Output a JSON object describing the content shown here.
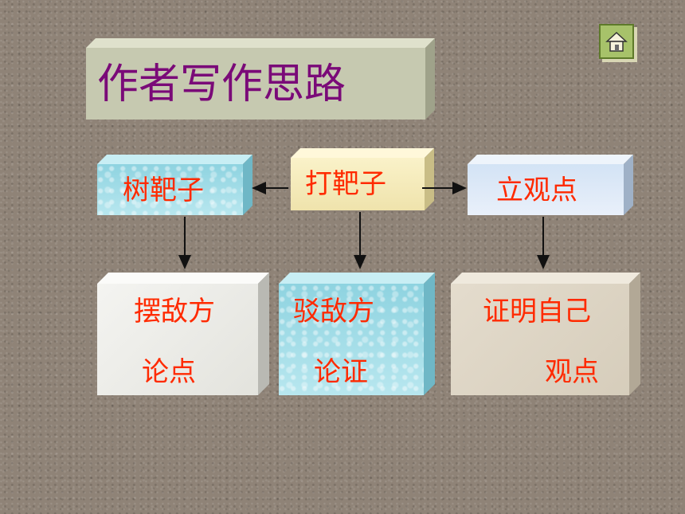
{
  "title": "作者写作思路",
  "nodes": {
    "shu_bazi": "树靶子",
    "da_bazi": "打靶子",
    "li_guandian": "立观点",
    "bai_difang_lundian": [
      "摆敌方",
      "论点"
    ],
    "bo_difang_lunzheng": [
      "驳敌方",
      "论证"
    ],
    "zhengming_ziji_guandian": [
      "证明自己",
      "观点"
    ]
  },
  "icons": {
    "home": "home-icon"
  },
  "colors": {
    "title_text": "#7a0a78",
    "node_text": "#ff2a00",
    "arrow": "#111111"
  }
}
